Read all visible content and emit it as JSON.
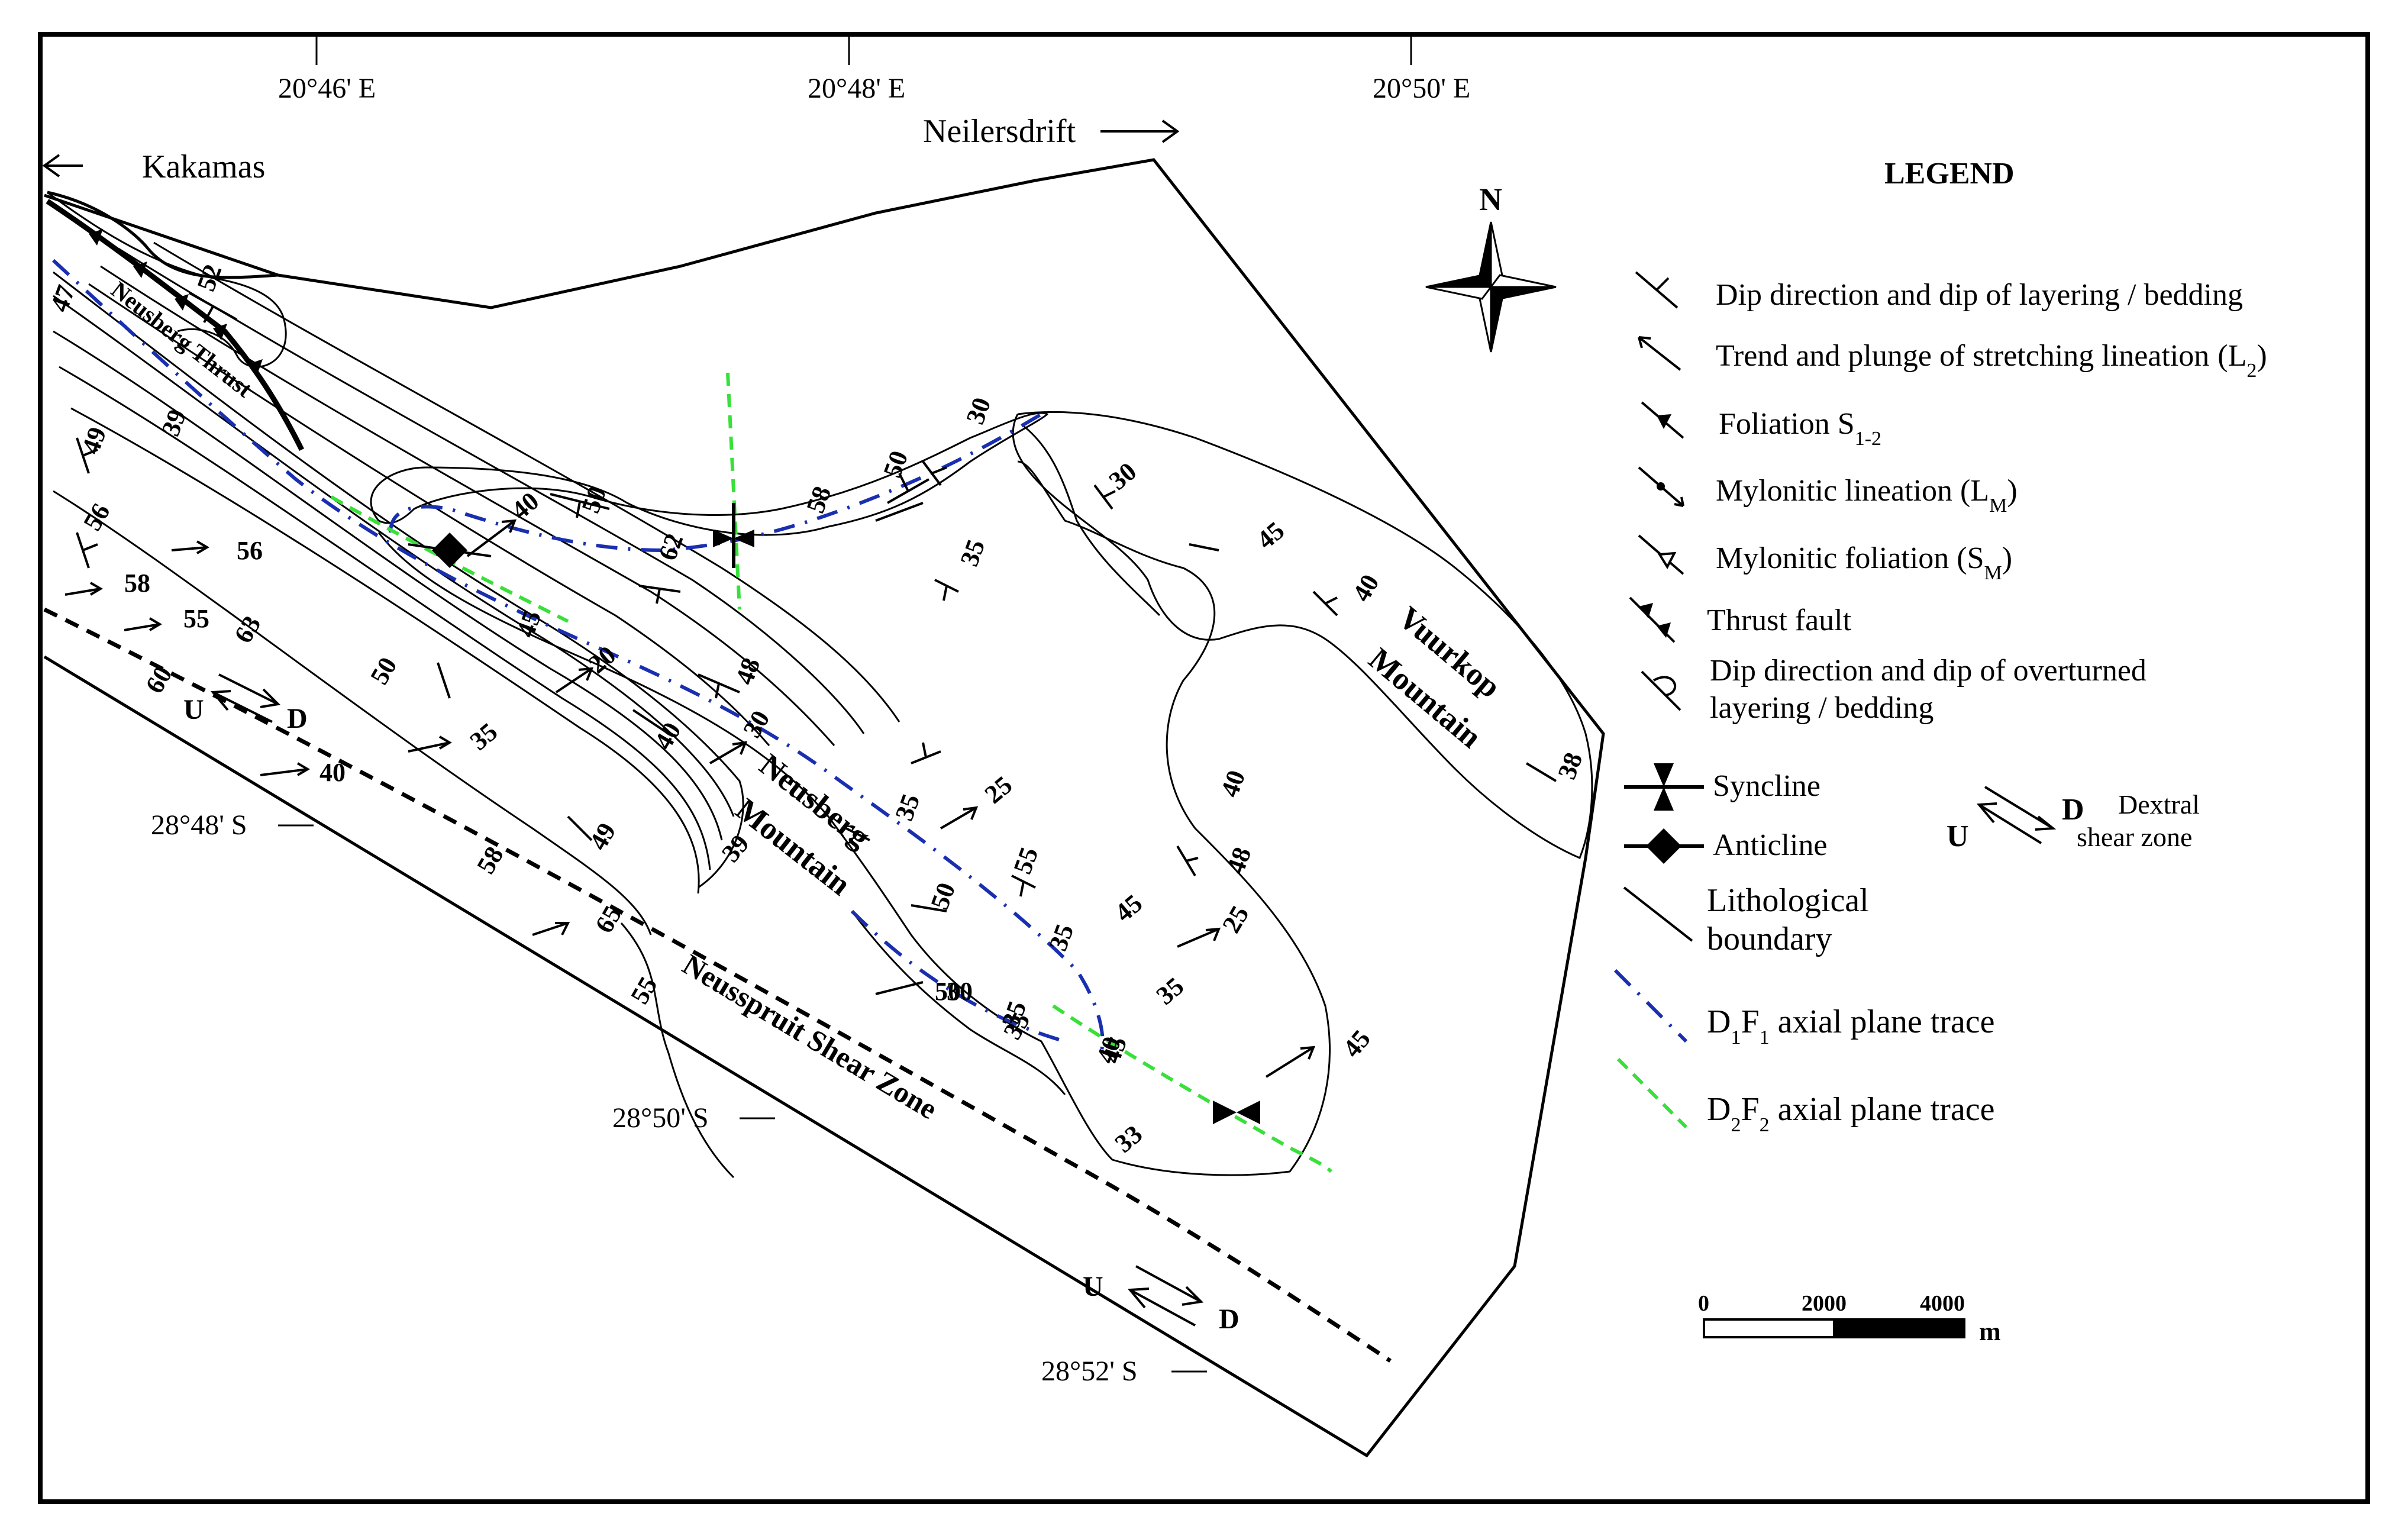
{
  "coordinates": {
    "lon_46": "20°46' E",
    "lon_48": "20°48' E",
    "lon_50": "20°50' E",
    "lat_48": "28°48' S",
    "lat_50": "28°50' S",
    "lat_52": "28°52' S"
  },
  "places": {
    "kakamas": "Kakamas",
    "neilersdrift": "Neilersdrift",
    "neusberg_thrust": "Neusberg Thrust",
    "neusberg_mountain_1": "Neusberg",
    "neusberg_mountain_2": "Mountain",
    "vuurkop_mountain_1": "Vuurkop",
    "vuurkop_mountain_2": "Mountain",
    "neusspruit": "Neusspruit Shear Zone",
    "shear_u": "U",
    "shear_d": "D"
  },
  "north": "N",
  "measurements": [
    "52",
    "47",
    "49",
    "39",
    "56",
    "56",
    "58",
    "55",
    "63",
    "60",
    "50",
    "40",
    "35",
    "40",
    "50",
    "62",
    "58",
    "50",
    "30",
    "30",
    "35",
    "45",
    "40",
    "45",
    "20",
    "48",
    "40",
    "30",
    "35",
    "50",
    "55",
    "25",
    "35",
    "45",
    "50",
    "35",
    "40",
    "48",
    "25",
    "35",
    "45",
    "30",
    "35",
    "40",
    "33",
    "45",
    "65",
    "49",
    "58",
    "55",
    "38",
    "39"
  ],
  "legend": {
    "title": "LEGEND",
    "dip_bedding": "Dip direction and dip of layering / bedding",
    "stretching": "Trend and plunge of stretching lineation",
    "stretching_sym": "(L",
    "stretching_sub": "2",
    "stretching_close": ")",
    "foliation": "Foliation S",
    "foliation_sub": "1-2",
    "mylonitic_lin": "Mylonitic lineation (L",
    "mylonitic_lin_sub": "M",
    "mylonitic_lin_close": ")",
    "mylonitic_fol": "Mylonitic foliation (S",
    "mylonitic_fol_sub": "M",
    "mylonitic_fol_close": ")",
    "thrust": "Thrust fault",
    "overturned_1": "Dip direction and dip of overturned",
    "overturned_2": "layering / bedding",
    "syncline": "Syncline",
    "anticline": "Anticline",
    "dextral_1": "Dextral",
    "dextral_2": "shear zone",
    "dextral_u": "U",
    "dextral_d": "D",
    "litho_1": "Lithological",
    "litho_2": "boundary",
    "d1_main": "D",
    "d1_sub1": "1",
    "d1_mid": "F",
    "d1_sub2": "1",
    "d1_tail": " axial plane trace",
    "d2_main": "D",
    "d2_sub1": "2",
    "d2_mid": "F",
    "d2_sub2": "2",
    "d2_tail": " axial plane trace"
  },
  "scale": {
    "t0": "0",
    "t1": "2000",
    "t2": "4000",
    "unit": "m"
  },
  "colors": {
    "d1_trace": "#1a2fb0",
    "d2_trace": "#39e03a"
  }
}
